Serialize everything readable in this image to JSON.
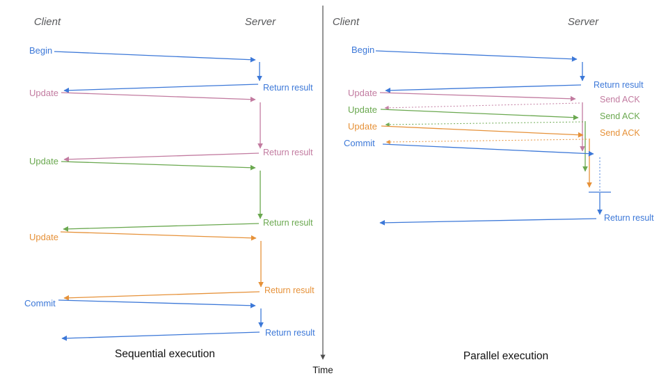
{
  "time_axis": {
    "label": "Time"
  },
  "panels": {
    "left": {
      "caption": "Sequential execution",
      "client": "Client",
      "server": "Server",
      "messages": [
        {
          "request": "Begin",
          "response": "Return result",
          "color_name": "blue",
          "color": "#3c78d8",
          "response_style": "solid"
        },
        {
          "request": "Update",
          "response": "Return result",
          "color_name": "pink",
          "color": "#c27ba0",
          "response_style": "solid"
        },
        {
          "request": "Update",
          "response": "Return result",
          "color_name": "green",
          "color": "#6aa84f",
          "response_style": "solid"
        },
        {
          "request": "Update",
          "response": "Return result",
          "color_name": "orange",
          "color": "#e69138",
          "response_style": "solid"
        },
        {
          "request": "Commit",
          "response": "Return result",
          "color_name": "blue",
          "color": "#3c78d8",
          "response_style": "solid"
        }
      ]
    },
    "right": {
      "caption": "Parallel execution",
      "client": "Client",
      "server": "Server",
      "messages": [
        {
          "request": "Begin",
          "response": "Return result",
          "color_name": "blue",
          "color": "#3c78d8",
          "response_style": "solid"
        },
        {
          "request": "Update",
          "response": "Send ACK",
          "color_name": "pink",
          "color": "#c27ba0",
          "response_style": "dashed"
        },
        {
          "request": "Update",
          "response": "Send ACK",
          "color_name": "green",
          "color": "#6aa84f",
          "response_style": "dashed"
        },
        {
          "request": "Update",
          "response": "Send ACK",
          "color_name": "orange",
          "color": "#e69138",
          "response_style": "dashed"
        },
        {
          "request": "Commit",
          "response": "Return result",
          "color_name": "blue",
          "color": "#3c78d8",
          "response_style": "solid"
        }
      ]
    }
  },
  "colors": {
    "blue": "#3c78d8",
    "pink": "#c27ba0",
    "green": "#6aa84f",
    "orange": "#e69138",
    "axis": "#4d4d4d",
    "heading": "#58595b",
    "caption": "#111111"
  }
}
